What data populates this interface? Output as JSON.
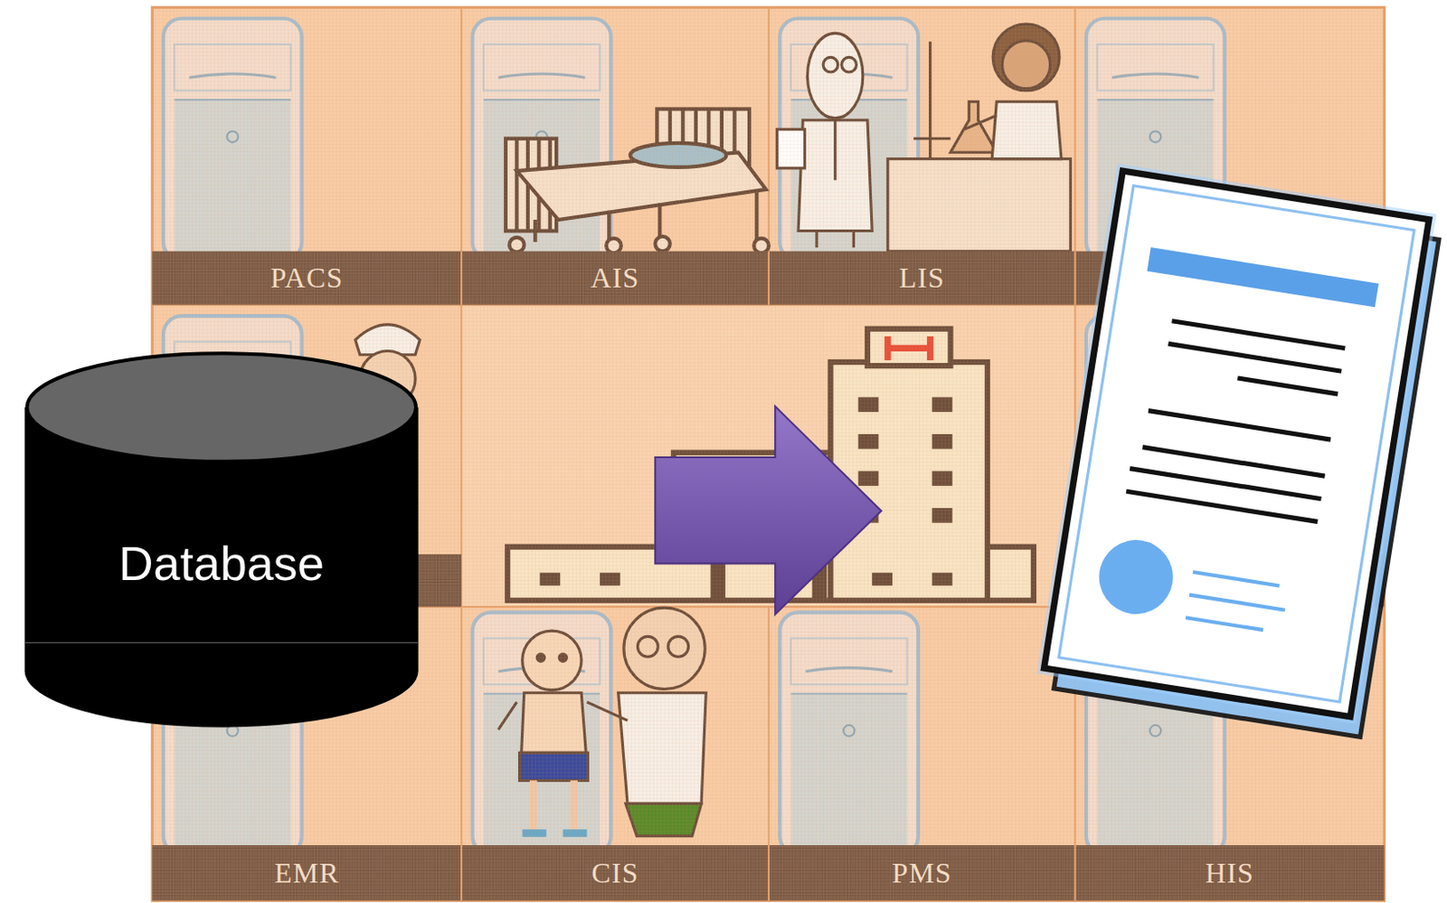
{
  "diagram": {
    "nodes": [
      {
        "text": [
          "PACS"
        ]
      },
      {
        "text": [
          "AIS"
        ]
      },
      {
        "text": [
          "LIS"
        ]
      },
      {
        "text": [
          "Database"
        ]
      },
      {
        "text": [
          "EMR"
        ]
      },
      {
        "text": [
          "CIS"
        ]
      },
      {
        "text": [
          "PMS"
        ]
      },
      {
        "text": [
          "HIS"
        ]
      }
    ]
  }
}
